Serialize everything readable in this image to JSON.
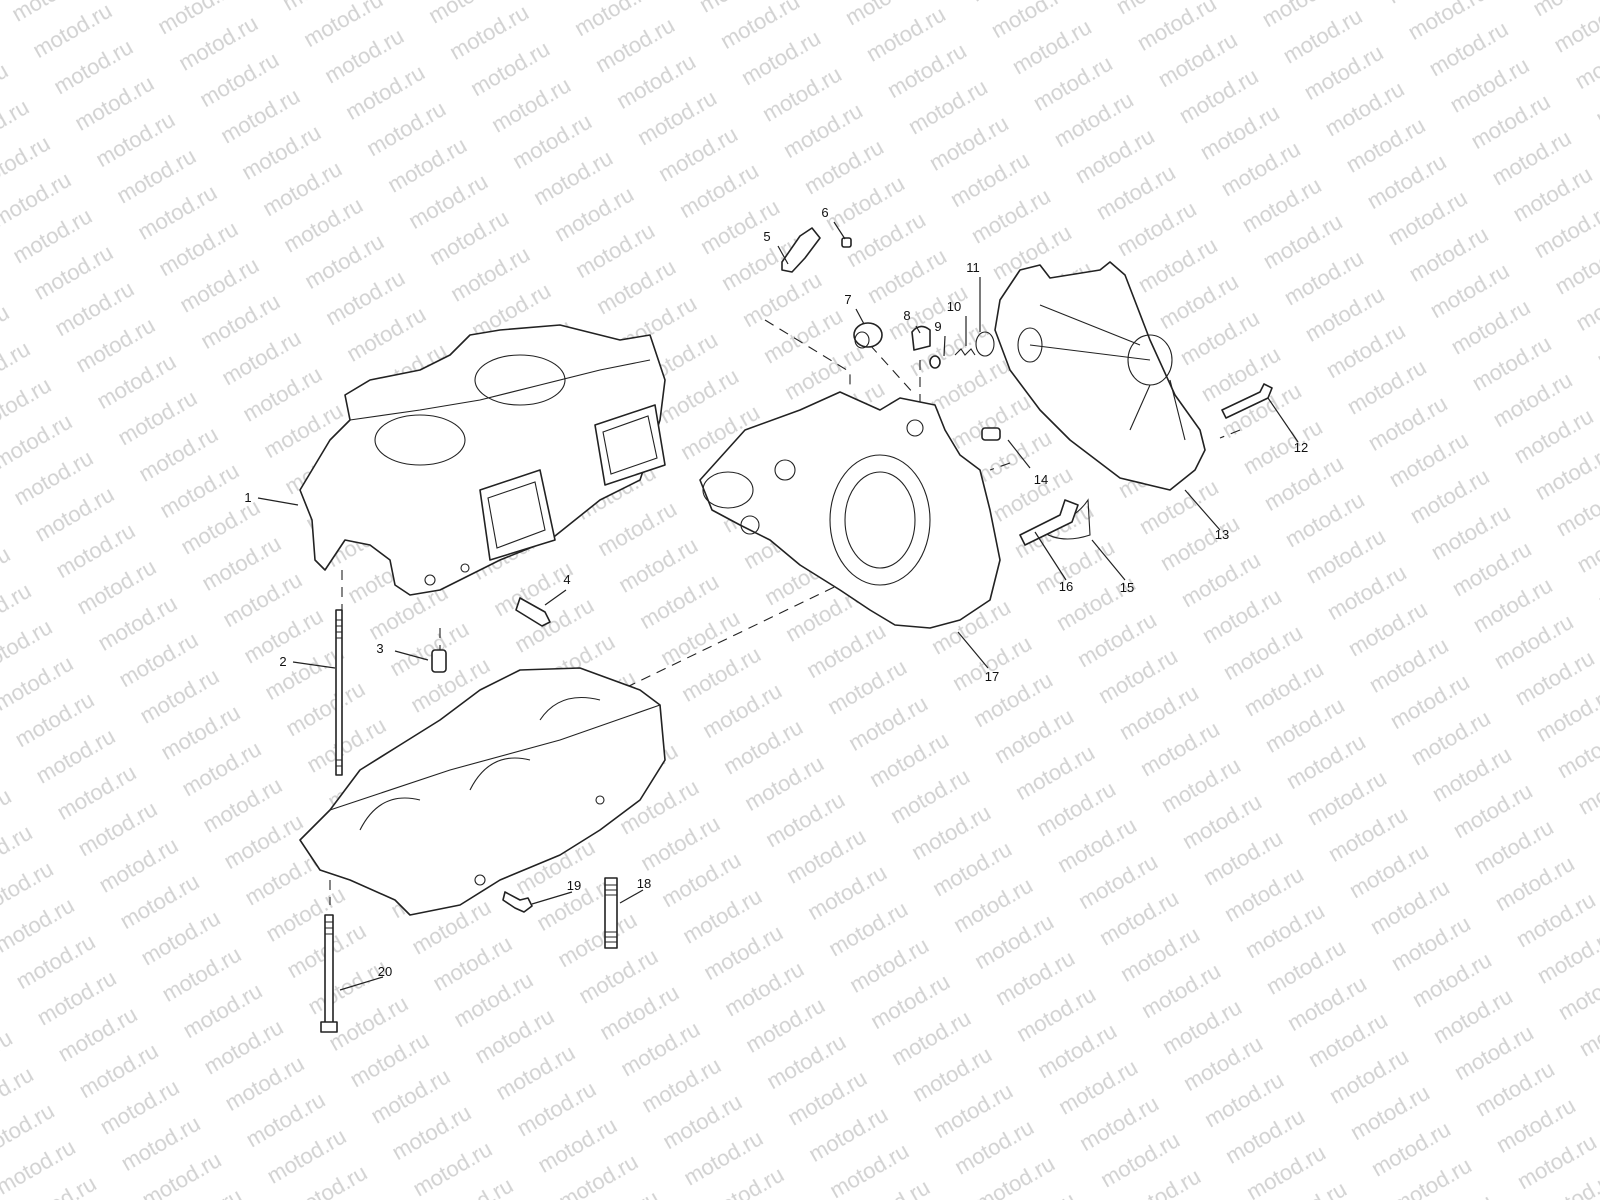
{
  "watermark": "motod.ru",
  "diagram": {
    "type": "exploded parts diagram",
    "callouts": [
      "1",
      "2",
      "3",
      "4",
      "5",
      "6",
      "7",
      "8",
      "9",
      "10",
      "11",
      "12",
      "13",
      "14",
      "15",
      "16",
      "17",
      "18",
      "19",
      "20"
    ]
  },
  "colors": {
    "line": "#222222",
    "watermark": "#d2d2d2",
    "background": "#ffffff"
  }
}
